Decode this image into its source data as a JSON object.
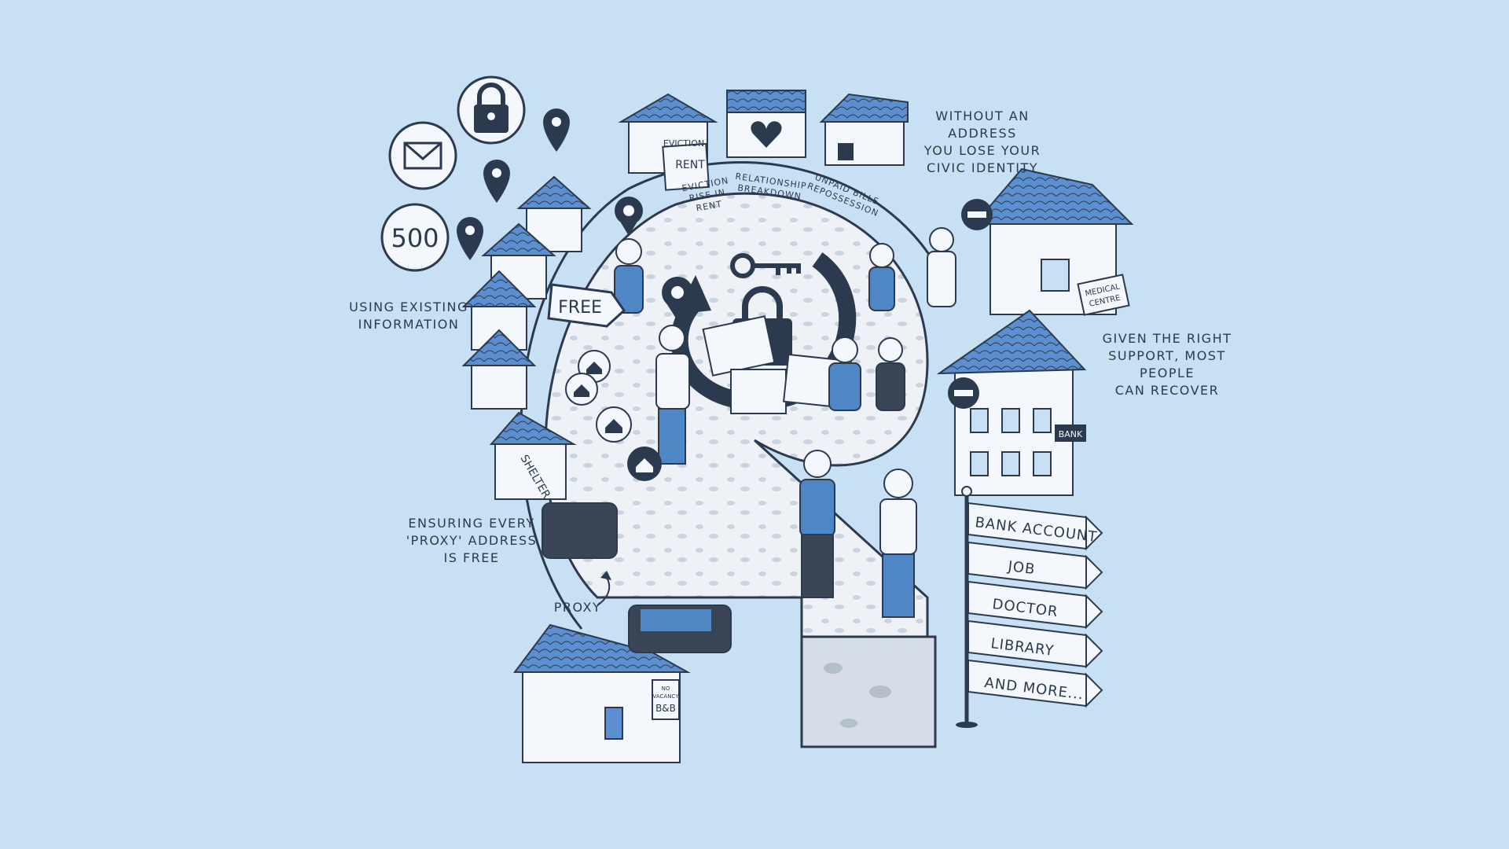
{
  "annotations": {
    "civic_identity": "WITHOUT AN ADDRESS\nYOU LOSE YOUR\nCIVIC IDENTITY",
    "existing_info": "USING EXISTING\nINFORMATION",
    "recover": "GIVEN THE RIGHT\nSUPPORT, MOST PEOPLE\nCAN RECOVER",
    "proxy_free": "ENSURING EVERY\n'PROXY' ADDRESS\nIS FREE",
    "proxy": "PROXY"
  },
  "causes": {
    "eviction": "EVICTION\nRISE IN\nRENT",
    "relationship": "RELATIONSHIP\nBREAKDOWN",
    "unpaid": "UNPAID BILLS\nREPOSSESSION"
  },
  "house_signs": {
    "eviction": "EVICTION",
    "rent": "RENT",
    "medical": "MEDICAL\nCENTRE",
    "bank": "BANK",
    "shelter": "SHELTER",
    "bnb": "NO\nVACANCY\nB&B"
  },
  "badges": {
    "count": "500",
    "free": "FREE"
  },
  "signpost": [
    "BANK ACCOUNT",
    "JOB",
    "DOCTOR",
    "LIBRARY",
    "AND MORE..."
  ],
  "colors": {
    "background": "#c8e0f4",
    "ink": "#2b3a4f",
    "accent_blue": "#4f86c6",
    "paper": "#f4f7fb"
  },
  "icons": [
    "lock-icon",
    "envelope-icon",
    "map-pin-icon",
    "key-icon",
    "no-entry-icon",
    "home-icon"
  ]
}
